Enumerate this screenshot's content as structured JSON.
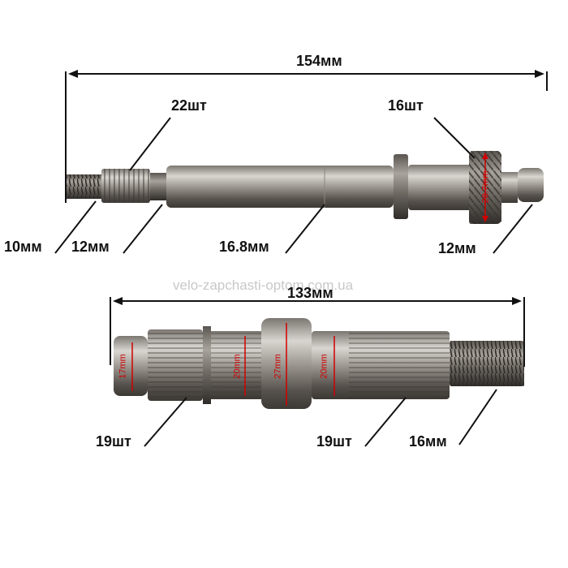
{
  "top_shaft": {
    "total_length": "154мм",
    "spline_teeth": "22шт",
    "gear_teeth": "16шт",
    "thread_diameter": "10мм",
    "spline_diameter": "12мм",
    "body_diameter": "16.8мм",
    "end_diameter": "12мм",
    "gear_diameter": "28.7mm"
  },
  "bottom_shaft": {
    "total_length": "133мм",
    "end_diameter": "17mm",
    "spline_diameter_left": "20mm",
    "collar_diameter": "27mm",
    "spline_diameter_right": "20mm",
    "left_spline_teeth": "19шт",
    "right_spline_teeth": "19шт",
    "thread_diameter": "16мм"
  },
  "watermark": "velo-zapchasti-optom.com.ua",
  "colors": {
    "dimension": "#111111",
    "measure_text": "#d10000",
    "watermark": "#c8c8c8"
  }
}
